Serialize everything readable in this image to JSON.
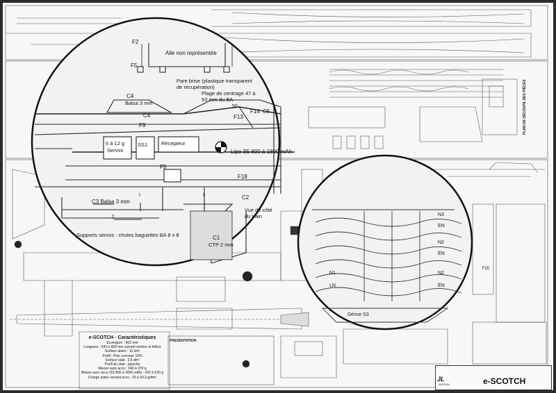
{
  "magnifier_left": {
    "labels": {
      "f2": "F2",
      "aile": "Aile non représentée",
      "f5_top": "F5",
      "pare_brise": "Pare brise (plastique transparent de récupération)",
      "plage": "Plage de centrage 47 à 53 mm du BA",
      "dim_50": "50",
      "c4_box": "C4",
      "balsa_3mm": "Balsa 3 mm",
      "c4": "C4",
      "f13": "F13",
      "f14": "F14",
      "c5": "C5",
      "f9": "F9",
      "servo_weight": "6 à 12 g",
      "servos": "Servos",
      "ss1": "SS1",
      "recepteur": "Récepteur",
      "lipo": "Lipo 3S 800 à 1800 mAh",
      "f5_bottom": "F5",
      "f18": "F18",
      "mark_i_left": "I",
      "mark_i_right": "I",
      "c2": "C2",
      "c3": "C3 Balsa 3 mm",
      "vue_cote": "Vue de côté du train",
      "j": "J",
      "supports": "Supports servos : chutes baguettes BA 8 x 8",
      "c1": "C1",
      "ctp": "CTP 2 mm"
    }
  },
  "magnifier_right": {
    "labels": {
      "n3": "N3",
      "en_top": "EN",
      "n2_a": "N2",
      "en_mid": "EN",
      "n1": "N1",
      "n2_b": "N2",
      "ln": "LN",
      "en_low": "EN",
      "derive": "Dérive S3"
    }
  },
  "sheet_labels": {
    "plan_decoupe": "PLAN DE DÉCOUPE DES PIÈCES",
    "f20": "F20"
  },
  "specs": {
    "title": "e-SCOTCH - Caractéristiques",
    "lines": [
      "Envergure : 802 mm",
      "Longueur : 630 à 650 mm suivant moteur et hélice",
      "Surface alaire : 12 dm²",
      "Profil : Plan convexe 10%",
      "Surface stab : 2.6 dm²",
      "Profil du stab : planche",
      "Masse sans accu : 340 à 370 g",
      "Masse avec accu (3S 800 à 1800 mAh) : 420 à 520 g",
      "Charge alaire suivant accu : 35 à 43,3 g/dm²"
    ]
  },
  "presentation": {
    "title": "PRÉSENTATION"
  },
  "title_block": {
    "brand": "JL",
    "brand_sub": "AVIATION",
    "model": "e-SCOTCH"
  },
  "colors": {
    "background": "#2b2b2b",
    "paper": "#f7f7f7",
    "line": "#333333"
  }
}
